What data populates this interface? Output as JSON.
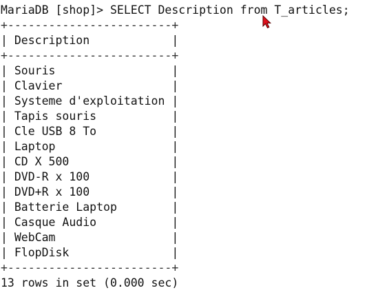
{
  "terminal": {
    "prompt": "MariaDB [shop]> ",
    "command": "SELECT Description from T_articles;",
    "border_line": "+------------------------+",
    "header_label": "Description",
    "rows": [
      "Souris",
      "Clavier",
      "Systeme d'exploitation",
      "Tapis souris",
      "Cle USB 8 To",
      "Laptop",
      "CD X 500",
      "DVD-R x 100",
      "DVD+R x 100",
      "Batterie Laptop",
      "Casque Audio",
      "WebCam",
      "FlopDisk"
    ],
    "footer": "13 rows in set (0.000 sec)"
  },
  "cursor": {
    "icon": "mouse-pointer-icon",
    "color": "#e0101c"
  }
}
